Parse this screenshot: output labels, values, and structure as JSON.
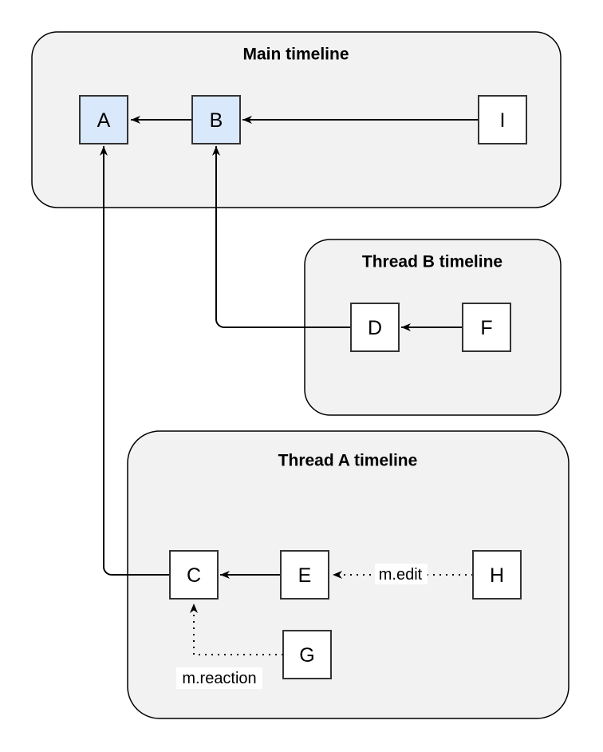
{
  "diagram": {
    "groups": {
      "main": {
        "title": "Main timeline",
        "nodes": [
          "A",
          "B",
          "I"
        ]
      },
      "thread_b": {
        "title": "Thread B timeline",
        "nodes": [
          "D",
          "F"
        ]
      },
      "thread_a": {
        "title": "Thread A timeline",
        "nodes": [
          "C",
          "E",
          "G",
          "H"
        ]
      }
    },
    "nodes": {
      "a": {
        "label": "A",
        "highlighted": true
      },
      "b": {
        "label": "B",
        "highlighted": true
      },
      "i": {
        "label": "I",
        "highlighted": false
      },
      "d": {
        "label": "D",
        "highlighted": false
      },
      "f": {
        "label": "F",
        "highlighted": false
      },
      "c": {
        "label": "C",
        "highlighted": false
      },
      "e": {
        "label": "E",
        "highlighted": false
      },
      "h": {
        "label": "H",
        "highlighted": false
      },
      "g": {
        "label": "G",
        "highlighted": false
      }
    },
    "edges": [
      {
        "from": "B",
        "to": "A",
        "style": "solid",
        "label": ""
      },
      {
        "from": "I",
        "to": "B",
        "style": "solid",
        "label": ""
      },
      {
        "from": "F",
        "to": "D",
        "style": "solid",
        "label": ""
      },
      {
        "from": "D",
        "to": "B",
        "style": "solid",
        "label": ""
      },
      {
        "from": "E",
        "to": "C",
        "style": "solid",
        "label": ""
      },
      {
        "from": "C",
        "to": "A",
        "style": "solid",
        "label": ""
      },
      {
        "from": "H",
        "to": "E",
        "style": "dotted",
        "label": "m.edit"
      },
      {
        "from": "G",
        "to": "C",
        "style": "dotted",
        "label": "m.reaction"
      }
    ],
    "colors": {
      "page_bg": "#ffffff",
      "container_fill": "#f2f2f2",
      "container_stroke": "#000000",
      "node_fill": "#ffffff",
      "node_fill_highlight": "#dae8fc",
      "node_stroke": "#333333",
      "edge": "#000000",
      "label_bg": "#ffffff"
    }
  }
}
